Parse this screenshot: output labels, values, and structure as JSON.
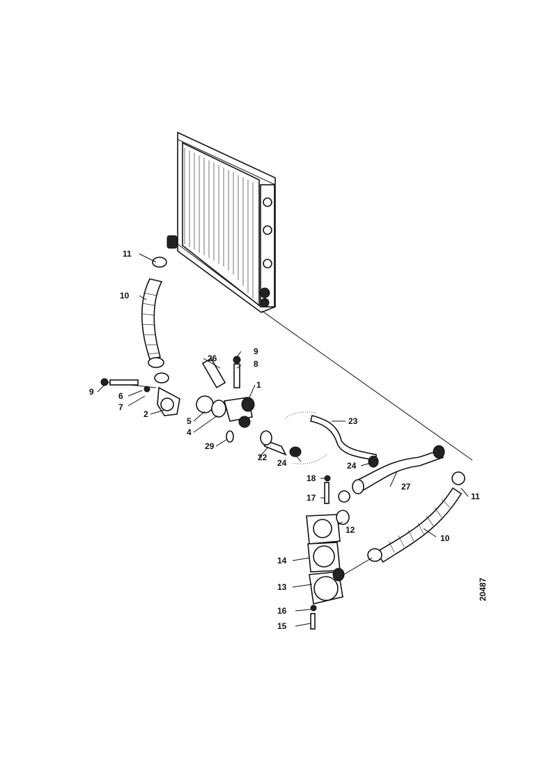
{
  "diagram": {
    "reference_number": "20487",
    "part_labels": {
      "p1": "1",
      "p2": "2",
      "p4": "4",
      "p5": "5",
      "p6": "6",
      "p7": "7",
      "p8": "8",
      "p9a": "9",
      "p9b": "9",
      "p10a": "10",
      "p10b": "10",
      "p11a": "11",
      "p11b": "11",
      "p12": "12",
      "p13": "13",
      "p14": "14",
      "p15": "15",
      "p16": "16",
      "p17": "17",
      "p18": "18",
      "p22": "22",
      "p23": "23",
      "p24a": "24",
      "p24b": "24",
      "p26": "26",
      "p27": "27",
      "p29": "29"
    }
  }
}
